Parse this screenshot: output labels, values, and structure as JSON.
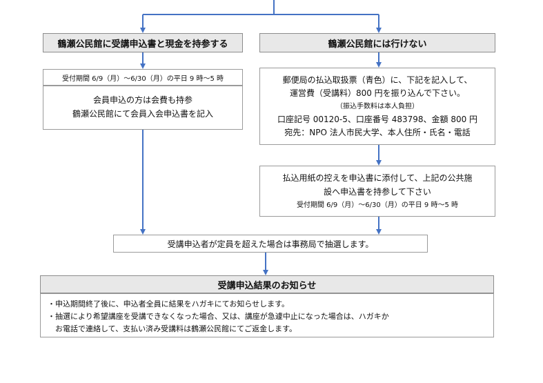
{
  "colors": {
    "arrow": "#4472c4",
    "header_bg": "#e8e8e8",
    "border": "#9a9a9a"
  },
  "left": {
    "header": "鶴瀬公民館に受講申込書と現金を持参する",
    "period_line": "受付期間 6/9（月）～6/30（月）の平日 9 時～5 時",
    "lines": [
      "会員申込の方は会費も持参",
      "鶴瀬公民館にて会員入会申込書を記入"
    ]
  },
  "right": {
    "header": "鶴瀬公民館には行けない",
    "postal": {
      "lines": [
        "郵便局の払込取扱票（青色）に、下記を記入して、",
        "運営費（受講料）800 円を振り込んで下さい。"
      ],
      "fee_note": "（振込手数料は本人負担）",
      "account_line": "口座記号 00120-5、口座番号 483798、金額 800 円",
      "payee_line": "宛先：NPO 法人市民大学、本人住所・氏名・電話"
    },
    "attach": {
      "lines": [
        "払込用紙の控えを申込書に添付して、上記の公共施",
        "設へ申込書を持参して下さい"
      ],
      "period_line": "受付期間 6/9（月）～6/30（月）の平日 9 時～5 時"
    }
  },
  "lottery": "受講申込者が定員を超えた場合は事務局で抽選します。",
  "result": {
    "header": "受講申込結果のお知らせ",
    "bullets": [
      "・申込期間終了後に、申込者全員に結果をハガキにてお知らせします。",
      "・抽選により希望講座を受講できなくなった場合、又は、講座が急遽中止になった場合は、ハガキか"
    ],
    "bullet_cont": "お電話で連絡して、支払い済み受講料は鶴瀬公民館にてご返金します。"
  }
}
